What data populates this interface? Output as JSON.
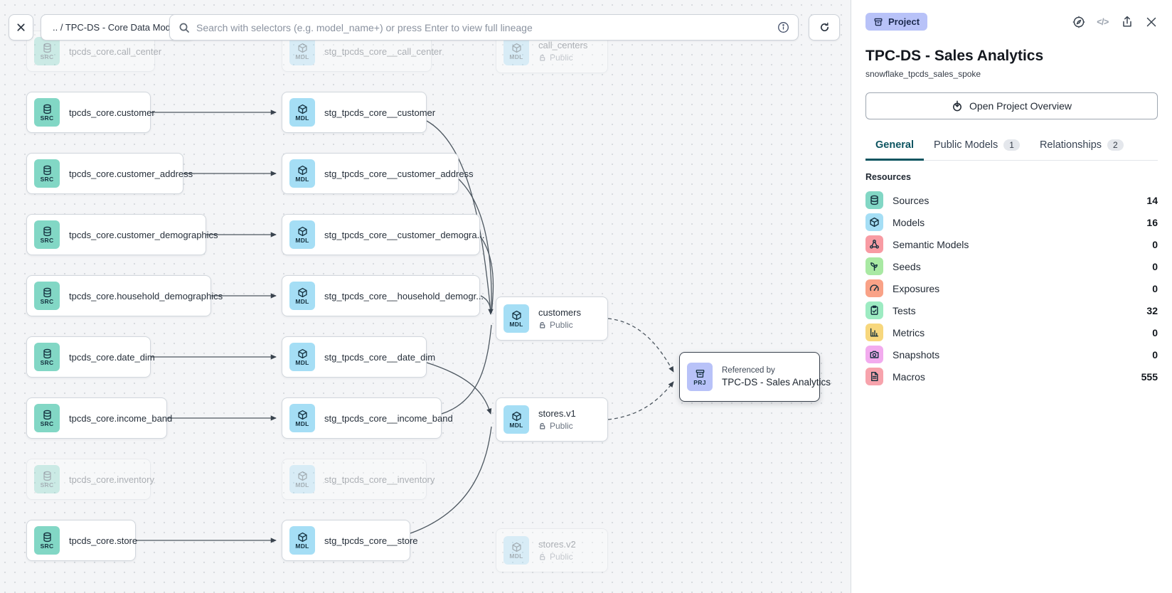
{
  "toolbar": {
    "breadcrumb": ".. / TPC-DS - Core Data Models",
    "search_placeholder": "Search with selectors (e.g. model_name+) or press Enter to view full lineage"
  },
  "badges": {
    "src": "SRC",
    "mdl": "MDL",
    "prj": "PRJ",
    "public": "Public"
  },
  "graph": {
    "prj": {
      "kicker": "Referenced by",
      "label": "TPC-DS - Sales Analytics"
    },
    "nodes": [
      {
        "label": "tpcds_core.call_center"
      },
      {
        "label": "stg_tpcds_core__call_center"
      },
      {
        "label": "call_centers"
      },
      {
        "label": "tpcds_core.customer"
      },
      {
        "label": "stg_tpcds_core__customer"
      },
      {
        "label": "tpcds_core.customer_address"
      },
      {
        "label": "stg_tpcds_core__customer_address"
      },
      {
        "label": "tpcds_core.customer_demographics"
      },
      {
        "label": "stg_tpcds_core__customer_demogra..."
      },
      {
        "label": "tpcds_core.household_demographics"
      },
      {
        "label": "stg_tpcds_core__household_demogr..."
      },
      {
        "label": "tpcds_core.date_dim"
      },
      {
        "label": "stg_tpcds_core__date_dim"
      },
      {
        "label": "tpcds_core.income_band"
      },
      {
        "label": "stg_tpcds_core__income_band"
      },
      {
        "label": "tpcds_core.inventory"
      },
      {
        "label": "stg_tpcds_core__inventory"
      },
      {
        "label": "tpcds_core.store"
      },
      {
        "label": "stg_tpcds_core__store"
      },
      {
        "label": "customers"
      },
      {
        "label": "stores.v1"
      },
      {
        "label": "stores.v2"
      }
    ]
  },
  "panel": {
    "type_badge": "Project",
    "title": "TPC-DS - Sales Analytics",
    "subtitle": "snowflake_tpcds_sales_spoke",
    "overview_button": "Open Project Overview",
    "tabs": [
      {
        "label": "General"
      },
      {
        "label": "Public Models",
        "count": "1"
      },
      {
        "label": "Relationships",
        "count": "2"
      }
    ],
    "resources_heading": "Resources",
    "resources": [
      {
        "label": "Sources",
        "count": "14",
        "color": "#82d7c5"
      },
      {
        "label": "Models",
        "count": "16",
        "color": "#a5def5"
      },
      {
        "label": "Semantic Models",
        "count": "0",
        "color": "#f89ba3"
      },
      {
        "label": "Seeds",
        "count": "0",
        "color": "#a9e9a3"
      },
      {
        "label": "Exposures",
        "count": "0",
        "color": "#f9a287"
      },
      {
        "label": "Tests",
        "count": "32",
        "color": "#9debc2"
      },
      {
        "label": "Metrics",
        "count": "0",
        "color": "#f7d77d"
      },
      {
        "label": "Snapshots",
        "count": "0",
        "color": "#f2abee"
      },
      {
        "label": "Macros",
        "count": "555",
        "color": "#f7a3ac"
      }
    ]
  }
}
